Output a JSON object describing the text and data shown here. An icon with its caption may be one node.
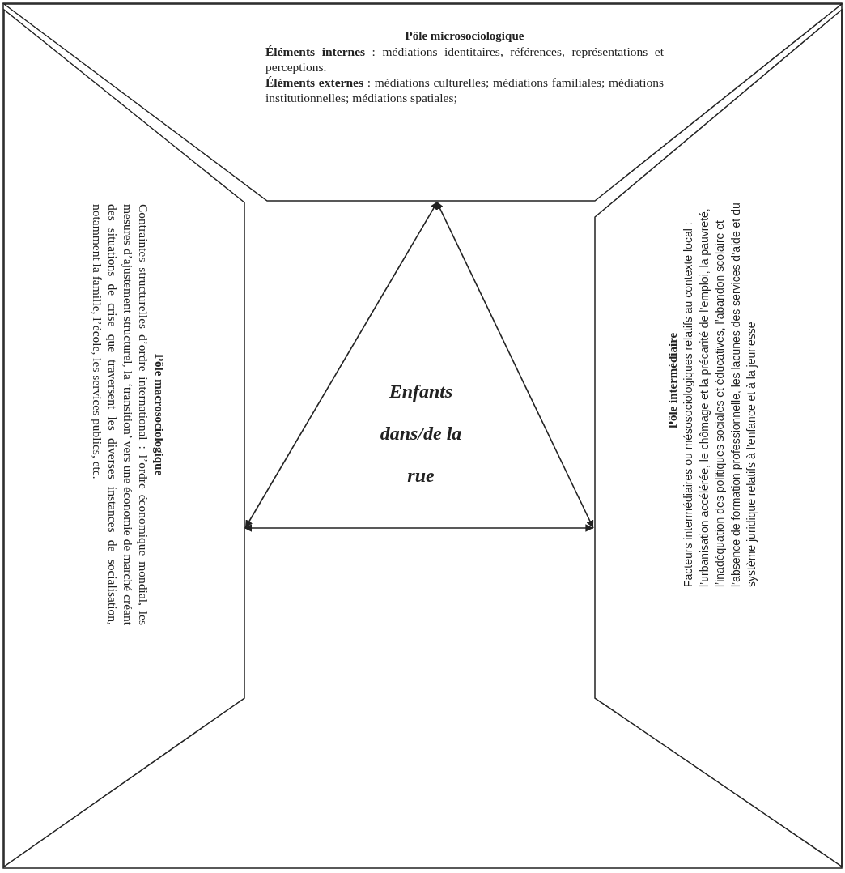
{
  "diagram": {
    "nodes": [
      {
        "text": [
          "Pôle microsociologique",
          "**Éléments internes** : médiations identitaires, références, représentations et perceptions.",
          "**Éléments externes** : médiations culturelles; médiations familiales; médiations institutionnelles; médiations spatiales;"
        ]
      },
      {
        "text": [
          "Pôle macrosociologique",
          "Contraintes structurelles d’ordre international : l’ordre économique mondial, les mesures d’ajustement structurel, la ‘transition’ vers une économie de marché créant des situations de crise que traversent les diverses instances de socialisation, notamment la famille, l’école, les services publics, etc."
        ]
      },
      {
        "text": [
          "Pôle intermédiaire",
          "Facteurs intermédiaires ou mésosociologiques relatifs au contexte local : l’urbanisation accélérée, le chômage et la précarité de l’emploi, la pauvreté, l’inadéquation des politiques sociales et éducatives, l’abandon scolaire et l’absence de formation professionnelle, les lacunes des services d’aide et du système juridique relatifs à l’enfance et à la jeunesse"
        ]
      },
      {
        "text": [
          "Enfants dans/de la rue"
        ]
      }
    ],
    "edges": [
      {
        "from": 0,
        "to": 1,
        "arrow": "both"
      },
      {
        "from": 0,
        "to": 2,
        "arrow": "both"
      },
      {
        "from": 1,
        "to": 2,
        "arrow": "both"
      }
    ]
  }
}
